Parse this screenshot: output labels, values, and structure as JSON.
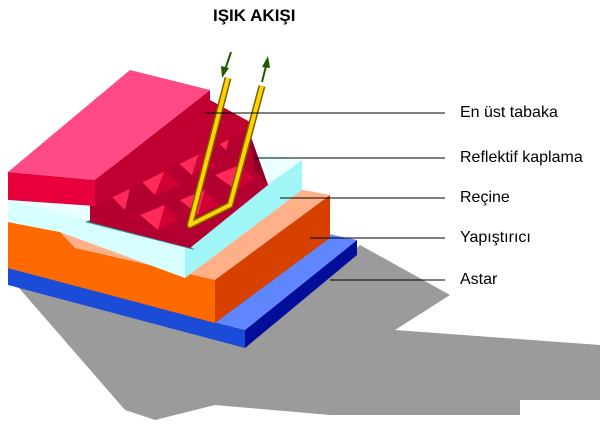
{
  "diagram": {
    "title": "IŞIK AKIŞI",
    "labels": {
      "top_layer": "En üst tabaka",
      "reflective_coating": "Reflektif kaplama",
      "resin": "Reçine",
      "adhesive": "Yapıştırıcı",
      "primer": "Astar"
    },
    "colors": {
      "top_layer": "#ff3d7f",
      "reflective": "#e0003a",
      "resin": "#c8ffff",
      "adhesive": "#ff6a00",
      "primer": "#1f4ad8",
      "shadow": "#9b9b9b",
      "light_ray": "#ffd400",
      "arrow": "#1f5a00"
    }
  }
}
